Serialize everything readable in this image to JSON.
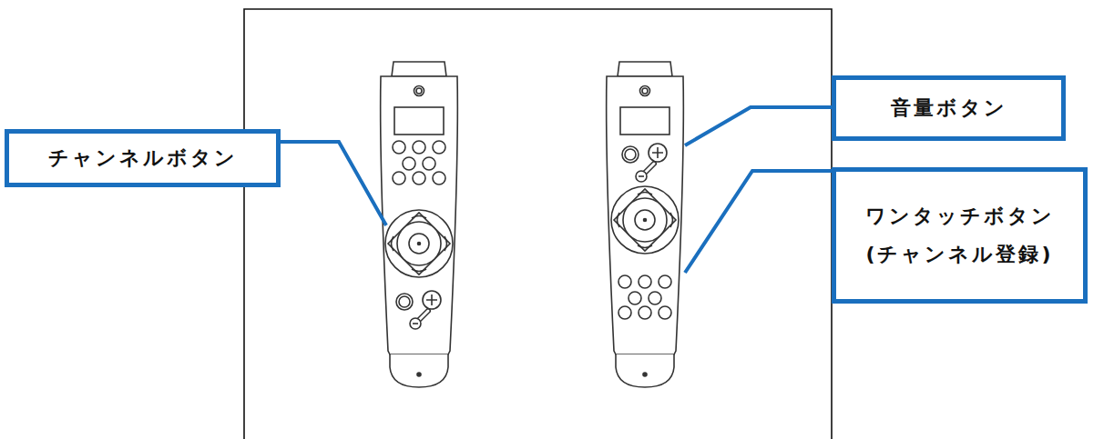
{
  "diagram": {
    "nodes": [
      {
        "text": [
          "チャンネルボタン"
        ]
      },
      {
        "text": [
          "音量ボタン"
        ]
      },
      {
        "text": [
          "ワンタッチボタン (チャンネル登録)"
        ]
      }
    ]
  }
}
